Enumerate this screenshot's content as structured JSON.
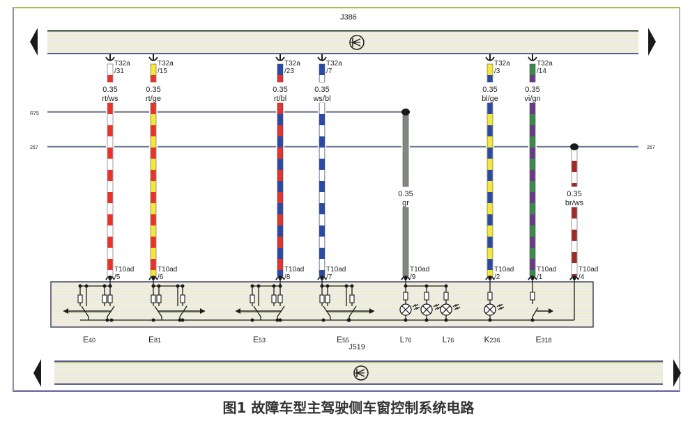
{
  "diagram": {
    "top_module": {
      "name": "J386",
      "symbol": "ground-potential-icon"
    },
    "bottom_module": {
      "name": "J519",
      "symbol": "ground-potential-icon"
    },
    "bus_lines": [
      {
        "name": "R75",
        "label_right": ""
      },
      {
        "name": "267",
        "label_right": "267"
      }
    ],
    "wires": [
      {
        "top_connector": "T32a",
        "top_pin": "/31",
        "gauge": "0.35",
        "color_code": "rt/ws",
        "colors": [
          "#e8322a",
          "#ffffff"
        ],
        "bottom_connector": "T10ad",
        "bottom_pin": "/5",
        "source": "J386"
      },
      {
        "top_connector": "T32a",
        "top_pin": "/15",
        "gauge": "0.35",
        "color_code": "rt/ge",
        "colors": [
          "#e8322a",
          "#f4e83c"
        ],
        "bottom_connector": "T10ad",
        "bottom_pin": "/6",
        "source": "J386"
      },
      {
        "top_connector": "T32a",
        "top_pin": "/23",
        "gauge": "0.35",
        "color_code": "rt/bl",
        "colors": [
          "#e8322a",
          "#2a4aa8"
        ],
        "bottom_connector": "T10ad",
        "bottom_pin": "/8",
        "source": "J386"
      },
      {
        "top_connector": "T32a",
        "top_pin": "/7",
        "gauge": "0.35",
        "color_code": "ws/bl",
        "colors": [
          "#ffffff",
          "#2a4aa8"
        ],
        "bottom_connector": "T10ad",
        "bottom_pin": "/7",
        "source": "J386"
      },
      {
        "top_connector": "",
        "top_pin": "",
        "gauge": "0.35",
        "color_code": "gr",
        "colors": [
          "#808880",
          "#808880"
        ],
        "bottom_connector": "T10ad",
        "bottom_pin": "/9",
        "source": "R75"
      },
      {
        "top_connector": "T32a",
        "top_pin": "/3",
        "gauge": "0.35",
        "color_code": "bl/ge",
        "colors": [
          "#2a4aa8",
          "#f4e83c"
        ],
        "bottom_connector": "T10ad",
        "bottom_pin": "/2",
        "source": "J386"
      },
      {
        "top_connector": "T32a",
        "top_pin": "/14",
        "gauge": "0.35",
        "color_code": "vi/gn",
        "colors": [
          "#6a3a8a",
          "#3a8a4a"
        ],
        "bottom_connector": "T10ad",
        "bottom_pin": "/1",
        "source": "J386"
      },
      {
        "top_connector": "",
        "top_pin": "",
        "gauge": "0.35",
        "color_code": "br/ws",
        "colors": [
          "#a02a28",
          "#ffffff"
        ],
        "bottom_connector": "T10ad",
        "bottom_pin": "/4",
        "source": "267"
      }
    ],
    "components": [
      {
        "id": "E40",
        "prefix": "E",
        "number": "40",
        "type": "switch"
      },
      {
        "id": "E81",
        "prefix": "E",
        "number": "81",
        "type": "switch"
      },
      {
        "id": "E53",
        "prefix": "E",
        "number": "53",
        "type": "switch"
      },
      {
        "id": "E55",
        "prefix": "E",
        "number": "55",
        "type": "switch"
      },
      {
        "id": "L76",
        "prefix": "L",
        "number": "76",
        "type": "lamp"
      },
      {
        "id": "L76",
        "prefix": "L",
        "number": "76",
        "type": "lamp"
      },
      {
        "id": "K236",
        "prefix": "K",
        "number": "236",
        "type": "lamp"
      },
      {
        "id": "E318",
        "prefix": "E",
        "number": "318",
        "type": "switch"
      }
    ]
  },
  "caption": "图1 故障车型主驾驶侧车窗控制系统电路"
}
